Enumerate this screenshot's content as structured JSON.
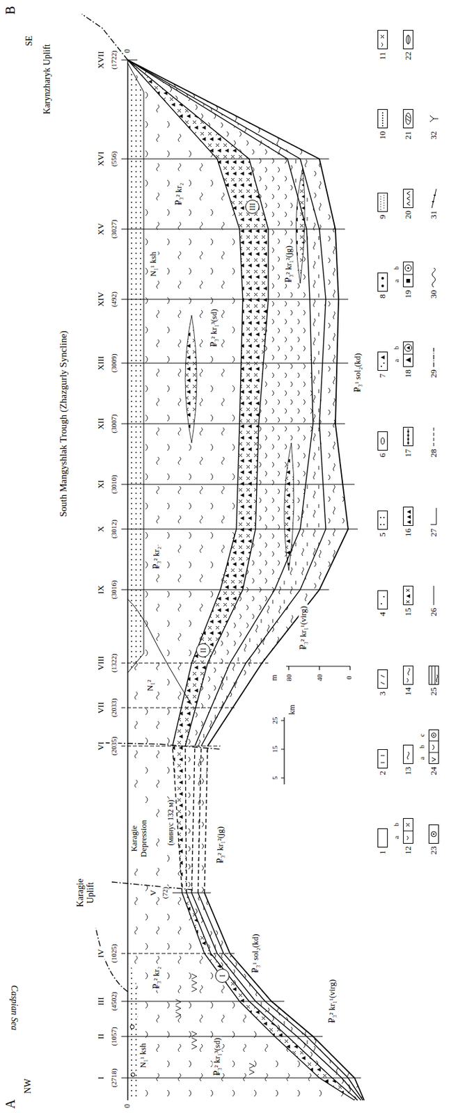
{
  "diagram": {
    "nodes": [
      {
        "text": [
          "I"
        ]
      },
      {
        "text": [
          "II"
        ]
      },
      {
        "text": [
          "III"
        ]
      }
    ],
    "labels": [
      "A",
      "NW",
      "Caspian Sea",
      "B",
      "SE",
      "Karynzharyk Uplift",
      "South Mangyshlak Trough (Zhazgurly Syncline)",
      "Karagie Uplift",
      "Karagie Depression",
      "(минус 132 м)",
      "I",
      "(2718)",
      "II",
      "(1057)",
      "III",
      "(4502)",
      "IV",
      "(1025)",
      "V",
      "(72)",
      "VI",
      "(2035)",
      "VII",
      "(2033)",
      "VIII",
      "(1322)",
      "IX",
      "(3016)",
      "X",
      "(3012)",
      "XI",
      "(3010)",
      "XII",
      "(3007)",
      "XIII",
      "(3009)",
      "XIV",
      "(492)",
      "XV",
      "(3027)",
      "XVI",
      "(556)",
      "XVII",
      "(1722)",
      "0",
      "0",
      "N₁¹ ksh",
      "₽₃² kr₂",
      "₽₃² kr₁³(sd)",
      "₽₃² kr₁²(jg)",
      "₽₃¹ sol₂(kd)",
      "₽₃² kr₁¹(virg)",
      "N₁²",
      "₽₃² kr₂",
      "N₁¹ ksh",
      "₽₃² kr₂",
      "₽₃² kr₁³(sd)",
      "₽₃² kr₁²(jg)",
      "₽₃¹ sol₂(kd)",
      "₽₃² kr₁¹(virg)",
      "m",
      "80",
      "40",
      "0",
      "5",
      "15",
      "25",
      "km",
      "a",
      "b",
      "a",
      "b",
      "a",
      "b",
      "a",
      "b",
      "c"
    ],
    "legend": [
      {
        "text": "1"
      },
      {
        "text": "2"
      },
      {
        "text": "3"
      },
      {
        "text": "4"
      },
      {
        "text": "5"
      },
      {
        "text": "6"
      },
      {
        "text": "7"
      },
      {
        "text": "8"
      },
      {
        "text": "9"
      },
      {
        "text": "10"
      },
      {
        "text": "11"
      },
      {
        "text": "12"
      },
      {
        "text": "13"
      },
      {
        "text": "14"
      },
      {
        "text": "15"
      },
      {
        "text": "16"
      },
      {
        "text": "17"
      },
      {
        "text": "18"
      },
      {
        "text": "19"
      },
      {
        "text": "20"
      },
      {
        "text": "21"
      },
      {
        "text": "22"
      },
      {
        "text": "23"
      },
      {
        "text": "24"
      },
      {
        "text": "25"
      },
      {
        "text": "26"
      },
      {
        "text": "27"
      },
      {
        "text": "28"
      },
      {
        "text": "29"
      },
      {
        "text": "30"
      },
      {
        "text": "31"
      },
      {
        "text": "32"
      }
    ]
  }
}
